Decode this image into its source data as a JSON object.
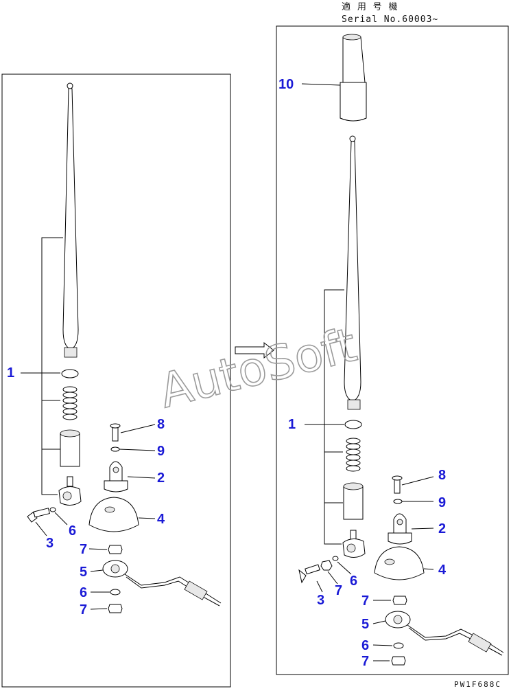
{
  "header": {
    "applicable_label": "適 用 号 機",
    "serial_label": "Serial No.60003~"
  },
  "drawing_code": "PW1F688C",
  "watermark": "AutoSoft",
  "left_panel": {
    "callouts": [
      "1",
      "8",
      "9",
      "2",
      "4",
      "3",
      "6",
      "7",
      "5",
      "6",
      "7"
    ]
  },
  "right_panel": {
    "callouts": [
      "10",
      "1",
      "8",
      "9",
      "2",
      "4",
      "3",
      "7",
      "6",
      "7",
      "5",
      "6",
      "7"
    ]
  }
}
